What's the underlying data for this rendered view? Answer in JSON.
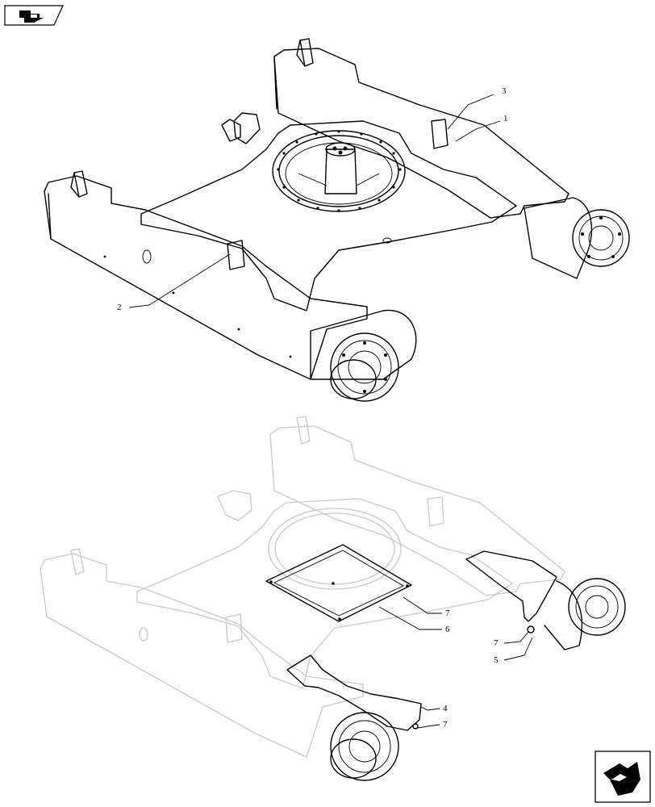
{
  "diagram": {
    "upper_view": {
      "callouts": [
        {
          "label": "1"
        },
        {
          "label": "2"
        },
        {
          "label": "3"
        }
      ]
    },
    "lower_view": {
      "callouts": [
        {
          "label": "7"
        },
        {
          "label": "6"
        },
        {
          "label": "7"
        },
        {
          "label": "5"
        },
        {
          "label": "4"
        },
        {
          "label": "7"
        }
      ]
    }
  },
  "navigation": {
    "top_left_icon": "back-arrow-icon",
    "bottom_right_icon": "next-arrow-icon"
  }
}
